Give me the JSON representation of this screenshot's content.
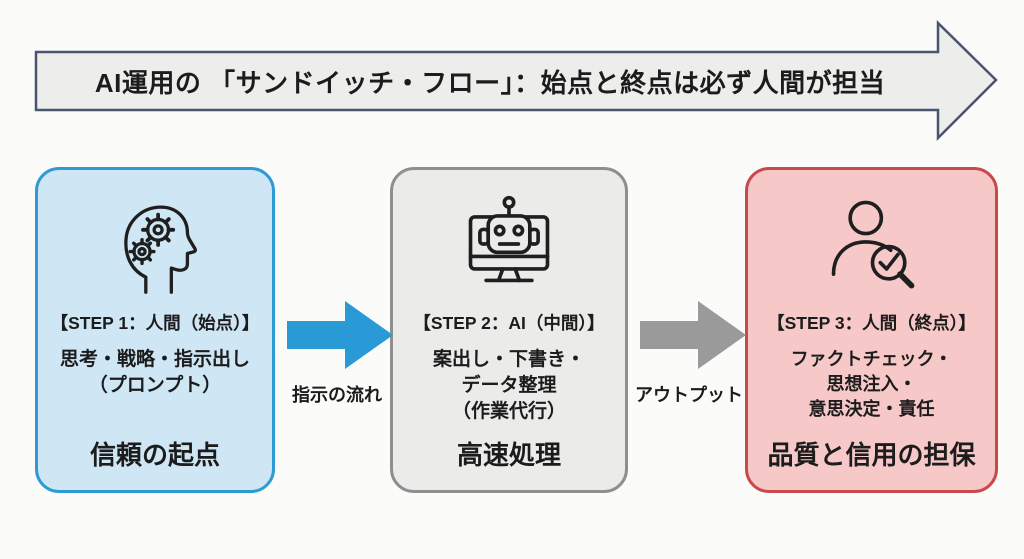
{
  "banner": {
    "title": "AI運用の 「サンドイッチ・フロー」：始点と終点は必ず人間が担当"
  },
  "steps": [
    {
      "title": "【STEP 1：人間（始点）】",
      "icon": "brain-gears-icon",
      "body_lines": [
        "思考・戦略・指示出し",
        "（プロンプト）"
      ],
      "footer": "信頼の起点"
    },
    {
      "title": "【STEP 2：AI（中間）】",
      "icon": "robot-monitor-icon",
      "body_lines": [
        "案出し・下書き・",
        "データ整理",
        "（作業代行）"
      ],
      "footer": "高速処理"
    },
    {
      "title": "【STEP 3：人間（終点）】",
      "icon": "person-magnifier-check-icon",
      "body_lines": [
        "ファクトチェック・",
        "思想注入・",
        "意思決定・責任"
      ],
      "footer": "品質と信用の担保"
    }
  ],
  "arrows": [
    {
      "label": "指示の流れ",
      "color": "#2a9ad6"
    },
    {
      "label": "アウトプット",
      "color": "#9a9a9a"
    }
  ],
  "colors": {
    "step1-border": "#2e9bd5",
    "step1-fill": "#cfe7f5",
    "step2-border": "#8f8f8f",
    "step2-fill": "#ebebea",
    "step3-border": "#c94a4a",
    "step3-fill": "#f7c8c8",
    "arrow1": "#2a9ad6",
    "arrow2": "#9a9a9a",
    "banner-border": "#47566e",
    "banner-fill": "#ededeb",
    "text": "#1c1c1c"
  }
}
